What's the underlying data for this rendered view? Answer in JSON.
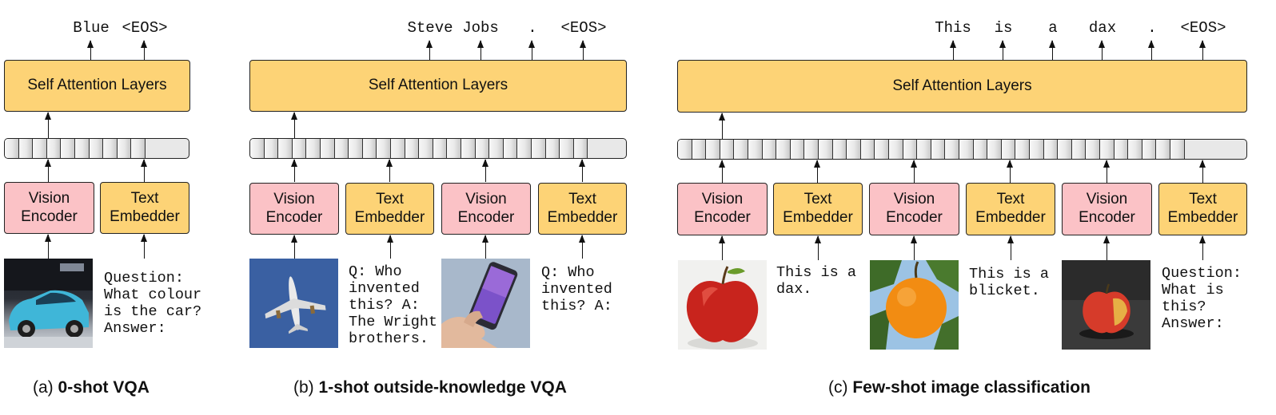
{
  "labels": {
    "self_attention": "Self Attention Layers",
    "vision_encoder_line1": "Vision",
    "vision_encoder_line2": "Encoder",
    "text_embedder_line1": "Text",
    "text_embedder_line2": "Embedder"
  },
  "panel_a": {
    "outputs": [
      "Blue",
      "<EOS>"
    ],
    "prompt": "Question:\nWhat colour\nis the car?\nAnswer:",
    "image": "car-photo",
    "caption_prefix": "(a)",
    "caption_bold": "0-shot VQA"
  },
  "panel_b": {
    "outputs": [
      "Steve",
      "Jobs",
      ".",
      "<EOS>"
    ],
    "text1": "Q: Who\ninvented\nthis? A:\nThe Wright\nbrothers.",
    "text2": "Q: Who\ninvented\nthis? A:",
    "images": [
      "airplane-photo",
      "smartphone-photo"
    ],
    "caption_prefix": "(b)",
    "caption_bold": "1-shot outside-knowledge VQA"
  },
  "panel_c": {
    "outputs": [
      "This",
      "is",
      "a",
      "dax",
      ".",
      "<EOS>"
    ],
    "text1": "This is a\ndax.",
    "text2": "This is a\nblicket.",
    "text3": "Question:\nWhat is\nthis?\nAnswer:",
    "images": [
      "red-apple-photo",
      "orange-photo",
      "apple-on-dark-photo"
    ],
    "caption_prefix": "(c)",
    "caption_bold": "Few-shot image classification"
  },
  "colors": {
    "attention_box": "#fdd376",
    "vision_encoder": "#fbc2c6",
    "text_embedder": "#fdd376",
    "token_sequence": "#e8e8e8"
  }
}
